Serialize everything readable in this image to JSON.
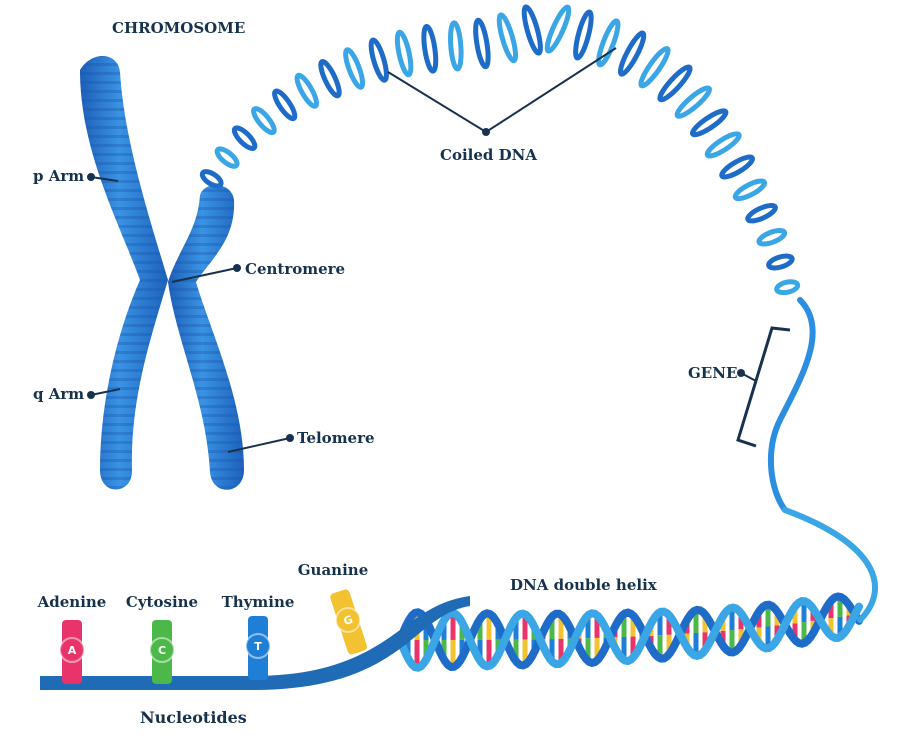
{
  "labels": {
    "chromosome": "CHROMOSOME",
    "p_arm": "p Arm",
    "q_arm": "q Arm",
    "centromere": "Centromere",
    "telomere": "Telomere",
    "coiled_dna": "Coiled DNA",
    "gene": "GENE",
    "dna_double_helix": "DNA double helix",
    "nucleotides": "Nucleotides"
  },
  "nucleotides": [
    {
      "name": "Adenine",
      "letter": "A",
      "color": "#e8336b"
    },
    {
      "name": "Cytosine",
      "letter": "C",
      "color": "#4cb84a"
    },
    {
      "name": "Thymine",
      "letter": "T",
      "color": "#1f7fd6"
    },
    {
      "name": "Guanine",
      "letter": "G",
      "color": "#f2c230"
    }
  ],
  "colors": {
    "strand_dark": "#1e6cc8",
    "strand_light": "#3aa6e6",
    "chromosome": "#2a7dd6",
    "label": "#17324d",
    "backbone": "#1f6bb5"
  }
}
